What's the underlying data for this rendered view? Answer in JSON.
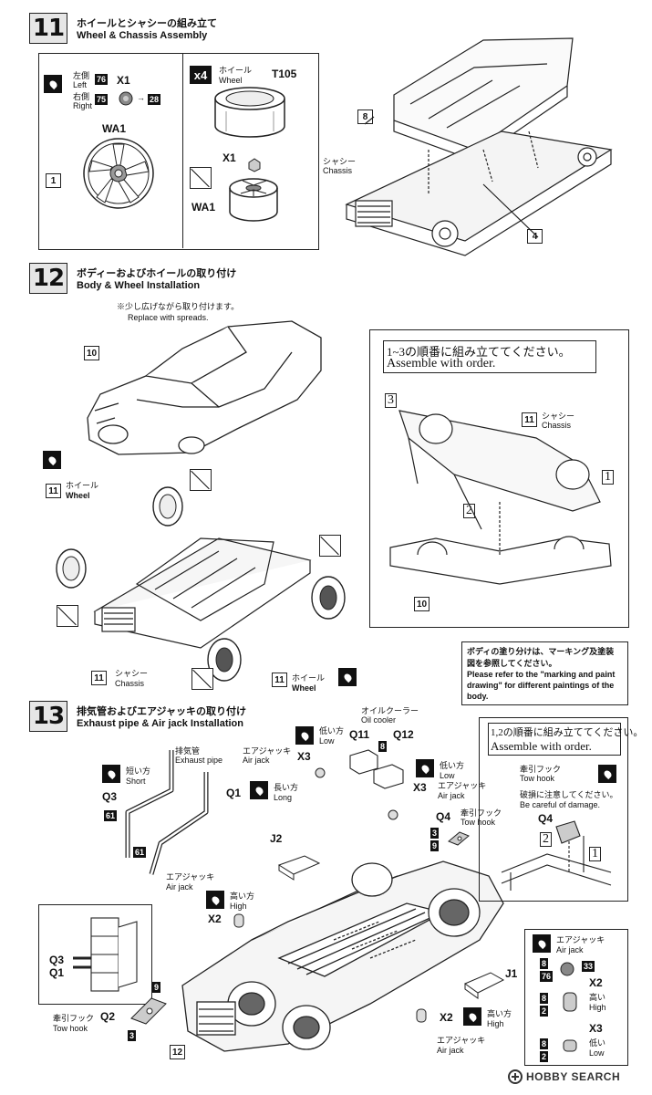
{
  "steps": {
    "s11": {
      "number": "11",
      "title_jp": "ホイールとシャシーの組み立て",
      "title_en": "Wheel & Chassis Assembly"
    },
    "s12": {
      "number": "12",
      "title_jp": "ボディーおよびホイールの取り付け",
      "title_en": "Body & Wheel Installation"
    },
    "s13": {
      "number": "13",
      "title_jp": "排気管およびエアジャッキの取り付け",
      "title_en": "Exhaust pipe & Air jack Installation"
    }
  },
  "s11": {
    "left_jp": "左側",
    "left_en": "Left",
    "left_num": "76",
    "right_jp": "右側",
    "right_en": "Right",
    "right_num": "75",
    "x1": "X1",
    "color28": "28",
    "wa1": "WA1",
    "callout1": "1",
    "x4": "x4",
    "wheel_jp": "ホイール",
    "wheel_en": "Wheel",
    "t105": "T105",
    "x1b": "X1",
    "wa1b": "WA1",
    "callout8": "8",
    "chassis_jp": "シャシー",
    "chassis_en": "Chassis",
    "callout4": "4"
  },
  "s12": {
    "spread_jp": "※少し広げながら取り付けます。",
    "spread_en": "Replace with spreads.",
    "callout10": "10",
    "callout11a": "11",
    "wheel_jp": "ホイール",
    "wheel_en": "Wheel",
    "callout11b": "11",
    "chassis_jp": "シャシー",
    "chassis_en": "Chassis",
    "callout11c": "11",
    "wheel2_jp": "ホイール",
    "wheel2_en": "Wheel",
    "order_jp": "1~3の順番に組み立ててください。",
    "order_en": "Assemble with order.",
    "n3": "3",
    "n2": "2",
    "n1": "1",
    "callout11d": "11",
    "chassis2_jp": "シャシー",
    "chassis2_en": "Chassis",
    "callout10b": "10",
    "paint_note_jp": "ボディの塗り分けは、マーキング及塗装図を参照してください。",
    "paint_note_en": "Please refer to the \"marking and paint drawing\" for different paintings of the body."
  },
  "s13": {
    "exhaust_jp": "排気管",
    "exhaust_en": "Exhaust pipe",
    "short_jp": "短い方",
    "short_en": "Short",
    "q3": "Q3",
    "n61a": "61",
    "q1": "Q1",
    "long_jp": "長い方",
    "long_en": "Long",
    "n61b": "61",
    "airjack_jp": "エアジャッキ",
    "airjack_en": "Air jack",
    "x3": "X3",
    "low_jp": "低い方",
    "low_en": "Low",
    "oilcooler_jp": "オイルクーラー",
    "oilcooler_en": "Oil cooler",
    "q11": "Q11",
    "q12": "Q12",
    "n8": "8",
    "low2_jp": "低い方",
    "low2_en": "Low",
    "x3b": "X3",
    "airjack2_jp": "エアジャッキ",
    "airjack2_en": "Air jack",
    "q4": "Q4",
    "towhook_jp": "牽引フック",
    "towhook_en": "Tow hook",
    "n3": "3",
    "n9": "9",
    "j2": "J2",
    "airjack3_jp": "エアジャッキ",
    "airjack3_en": "Air jack",
    "high_jp": "高い方",
    "high_en": "High",
    "x2": "X2",
    "q3b": "Q3",
    "q1b": "Q1",
    "n9b": "9",
    "towhook2_jp": "牽引フック",
    "towhook2_en": "Tow hook",
    "q2": "Q2",
    "n3b": "3",
    "j1": "J1",
    "x2b": "X2",
    "high2_jp": "高い方",
    "high2_en": "High",
    "airjack4_jp": "エアジャッキ",
    "airjack4_en": "Air jack",
    "callout12": "12",
    "order_jp": "1,2の順番に組み立ててください。",
    "order_en": "Assemble with order.",
    "towhook3_jp": "牽引フック",
    "towhook3_en": "Tow hook",
    "careful_jp": "破損に注意してください。",
    "careful_en": "Be careful of damage.",
    "q4b": "Q4",
    "o2": "2",
    "o1": "1",
    "legend_jp": "エアジャッキ",
    "legend_en": "Air jack",
    "l8a": "8",
    "l76": "76",
    "l33": "33",
    "lx2": "X2",
    "l8b": "8",
    "l2a": "2",
    "high3_jp": "高い",
    "high3_en": "High",
    "lx3": "X3",
    "l8c": "8",
    "l2b": "2",
    "low3_jp": "低い",
    "low3_en": "Low"
  },
  "footer": {
    "brand": "HOBBY SEARCH"
  }
}
